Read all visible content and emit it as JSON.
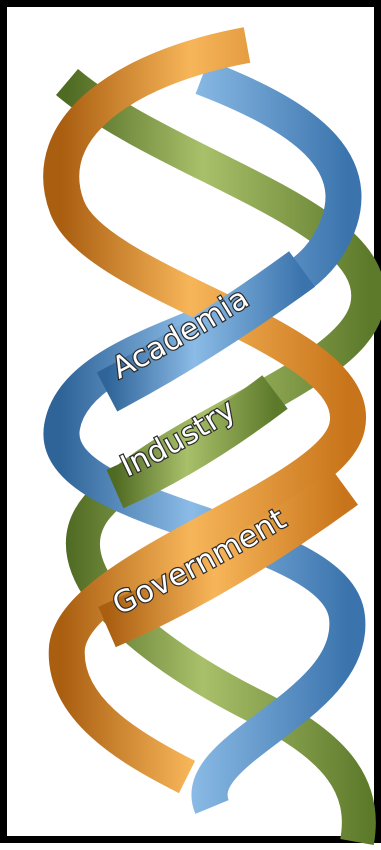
{
  "labels": {
    "academia": "Academia",
    "industry": "Industry",
    "government": "Government"
  },
  "strands": {
    "academia": {
      "color": "#5b93c9",
      "shade": "#2f6499"
    },
    "industry": {
      "color": "#7e9a41",
      "shade": "#4f6a22"
    },
    "government": {
      "color": "#e08a25",
      "shade": "#a95e10"
    }
  },
  "border_color": "#000000",
  "background_color": "#ffffff"
}
